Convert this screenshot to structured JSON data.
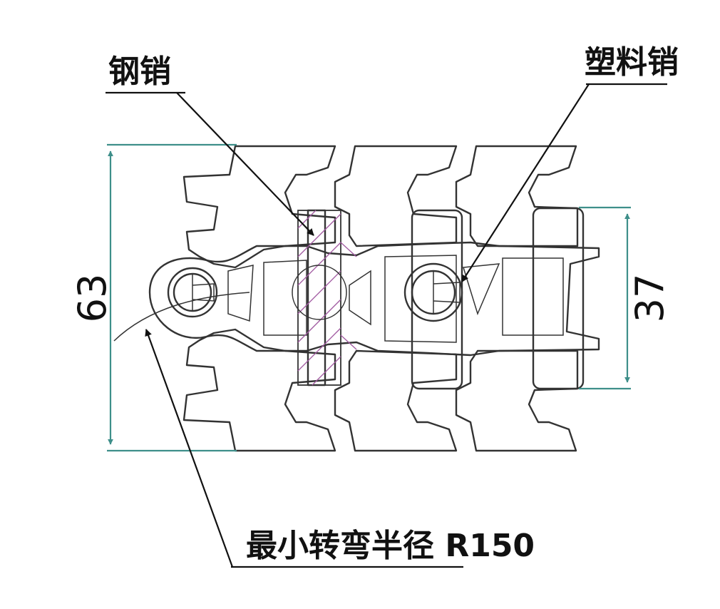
{
  "labels": {
    "steel_pin": "钢销",
    "plastic_pin": "塑料销",
    "min_radius": "最小转弯半径 R150"
  },
  "dimensions": {
    "overall_width": "63",
    "pin_width": "37"
  },
  "colors": {
    "dimension_line": "#3e8f8a",
    "hatch": "#a15aa1",
    "outline": "#333333"
  }
}
